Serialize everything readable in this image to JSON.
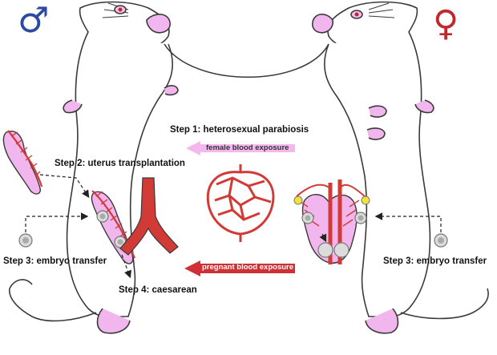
{
  "symbols": {
    "male": "♂",
    "female": "♀",
    "male_color": "#2b4aa0",
    "female_color": "#c0282d"
  },
  "steps": {
    "step1": "Step 1: heterosexual parabiosis",
    "step2": "Step 2: uterus transplantation",
    "step3_left": "Step 3: embryo transfer",
    "step3_right": "Step 3: embryo transfer",
    "step4": "Step 4: caesarean"
  },
  "arrows": {
    "female_blood": "female blood exposure",
    "pregnant_blood": "pregnant blood exposure"
  },
  "colors": {
    "outline": "#3a3a3a",
    "skin": "#f2b6ee",
    "vessel": "#d23a36",
    "light_arrow": "#f4b8ef",
    "dark_arrow": "#d02f33"
  }
}
